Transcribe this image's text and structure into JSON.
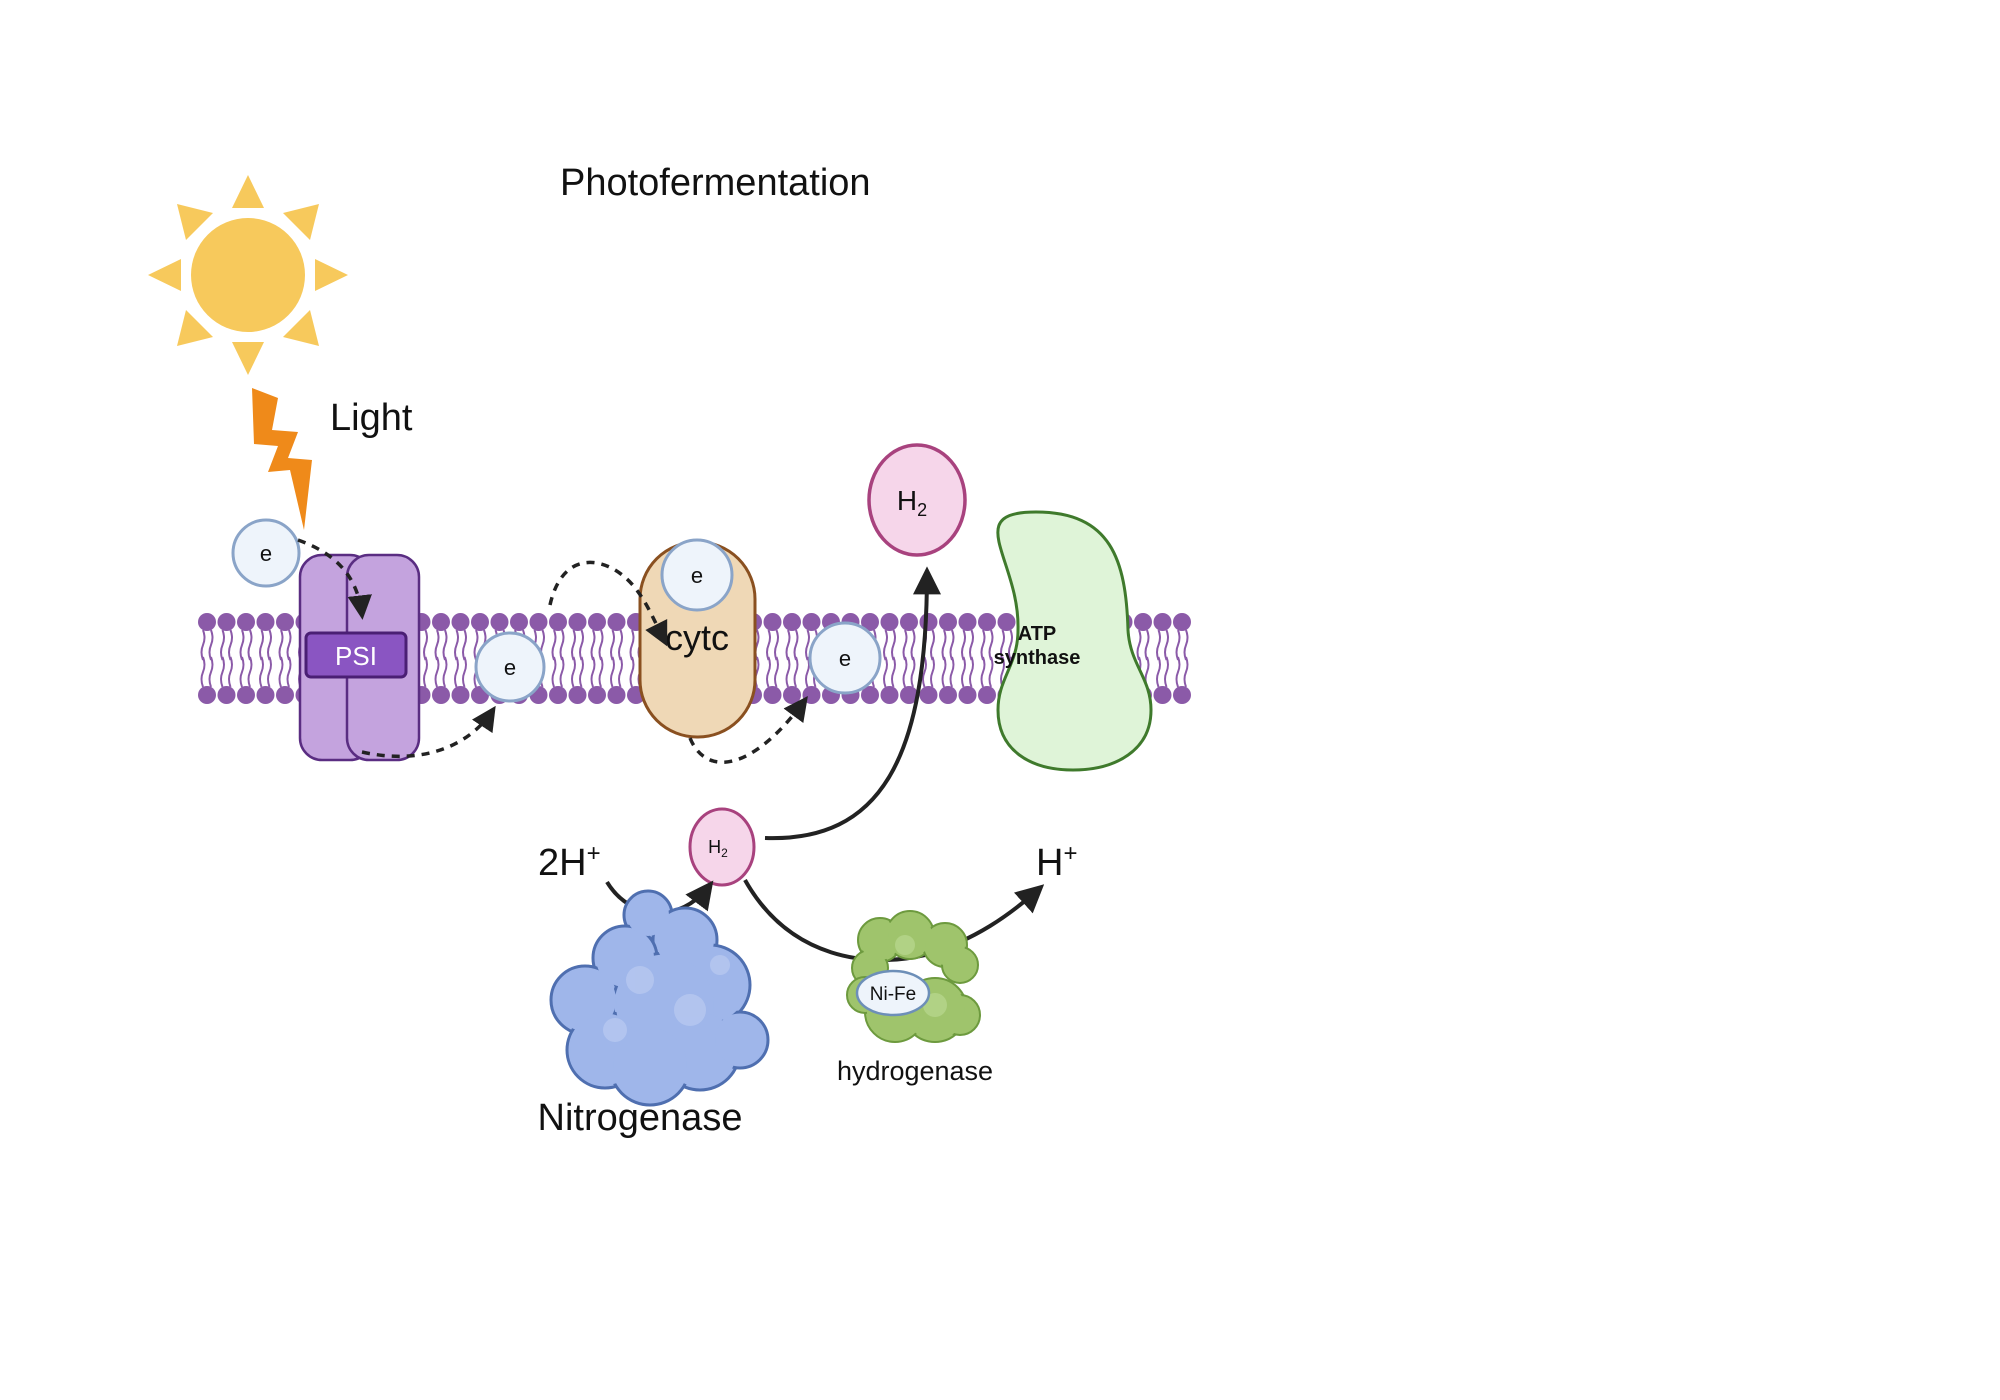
{
  "title": "Photofermentation",
  "light_label": "Light",
  "psi_label": "PSI",
  "cytc_label": "cytc",
  "atp_label_line1": "ATP",
  "atp_label_line2": "synthase",
  "electron_label": "e",
  "h2_main": "H",
  "h2_sub": "2",
  "proton_in": "2H",
  "proton_in_sup": "+",
  "proton_out": "H",
  "proton_out_sup": "+",
  "nitrogenase_label": "Nitrogenase",
  "hydrogenase_label": "hydrogenase",
  "nife_label": "Ni-Fe",
  "colors": {
    "membrane": "#8b5aa8",
    "psi_fill": "#c4a3de",
    "psi_stroke": "#5a2d82",
    "psi_box": "#8a55c2",
    "cytc_fill": "#efd8b6",
    "cytc_stroke": "#8a5020",
    "atp_fill": "#dff4d8",
    "atp_stroke": "#3f7a2c",
    "h2_fill": "#f6d6ea",
    "h2_stroke": "#a8427e",
    "electron_fill": "#eef4fb",
    "electron_stroke": "#8aa4c8",
    "sun": "#f7c95c",
    "bolt": "#ef8a1a",
    "nitrogenase": "#9fb6ea",
    "hydrogenase": "#9fc46c"
  },
  "icons": [
    "sun-icon",
    "lightning-icon",
    "membrane-icon",
    "protein-icon"
  ]
}
